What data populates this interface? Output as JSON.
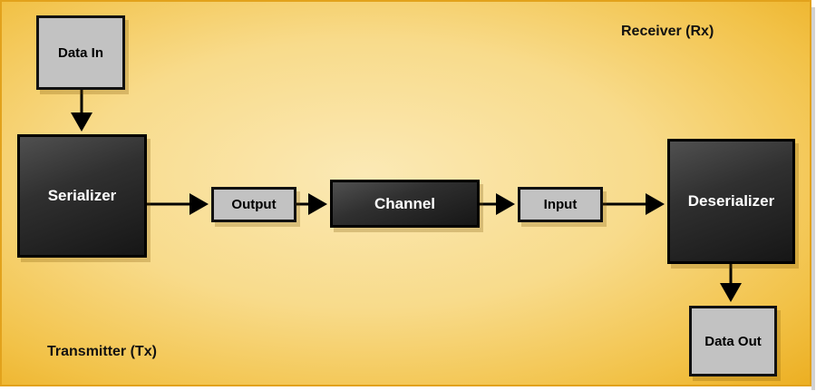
{
  "boxes": {
    "data_in": "Data In",
    "serializer": "Serializer",
    "output": "Output",
    "channel": "Channel",
    "input": "Input",
    "deserializer": "Deserializer",
    "data_out": "Data Out"
  },
  "labels": {
    "receiver": "Receiver (Rx)",
    "transmitter": "Transmitter (Tx)"
  },
  "colors": {
    "background_center": "#fbe9b5",
    "background_edge": "#ecaf22",
    "light_box": "#c2c2c2",
    "dark_box": "#303030",
    "arrow": "#000000"
  }
}
